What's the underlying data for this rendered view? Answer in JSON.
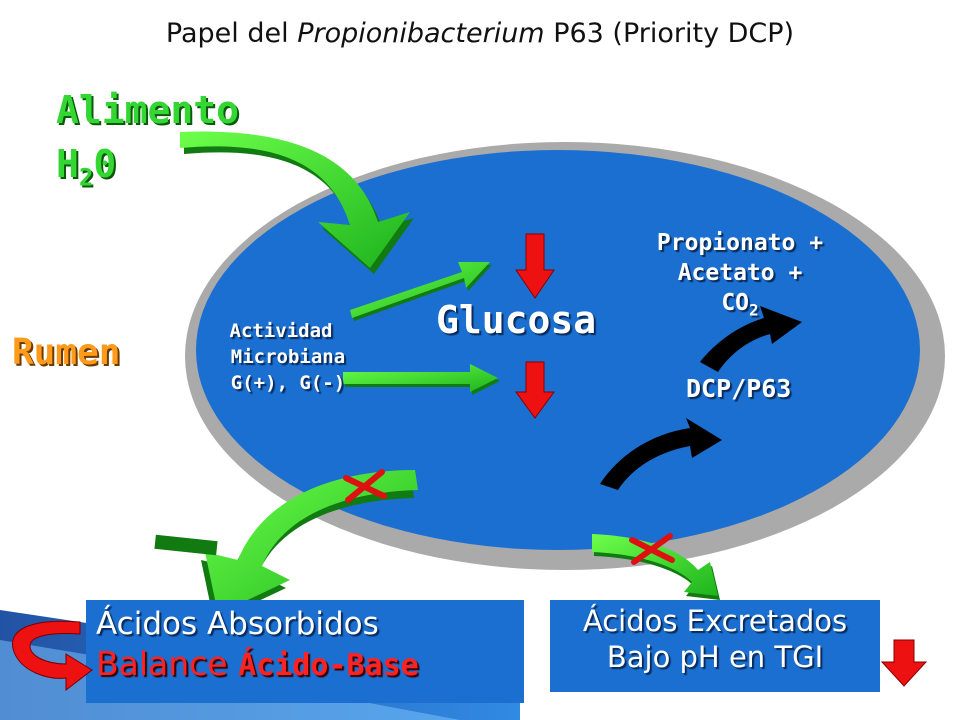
{
  "title": {
    "prefix": "Papel del ",
    "italic": "Propionibacterium",
    "suffix": " P63 (Priority DCP)"
  },
  "inputs": {
    "food": "Alimento",
    "water_prefix": "H",
    "water_sub": "2",
    "water_suffix": "0"
  },
  "rumen_label": "Rumen",
  "microbial": {
    "line1": "Actividad",
    "line2": "Microbiana",
    "line3": "G(+), G(-)"
  },
  "glucose": "Glucosa",
  "products": {
    "line1": "Propionato +",
    "line2": "Acetato +",
    "line3_prefix": "CO",
    "line3_sub": "2"
  },
  "dcp": "DCP/P63",
  "absorbed_box": {
    "line1": "Ácidos Absorbidos",
    "line2_a": "Balance ",
    "line2_b": "Ácido-Base"
  },
  "excreted_box": {
    "line1": "Ácidos Excretados",
    "line2": "Bajo pH en TGI"
  },
  "colors": {
    "rumen_fill": "#1a6fd0",
    "green_arrow": "#33dd22",
    "red_arrow": "#dd1111",
    "title_text": "#111111"
  }
}
